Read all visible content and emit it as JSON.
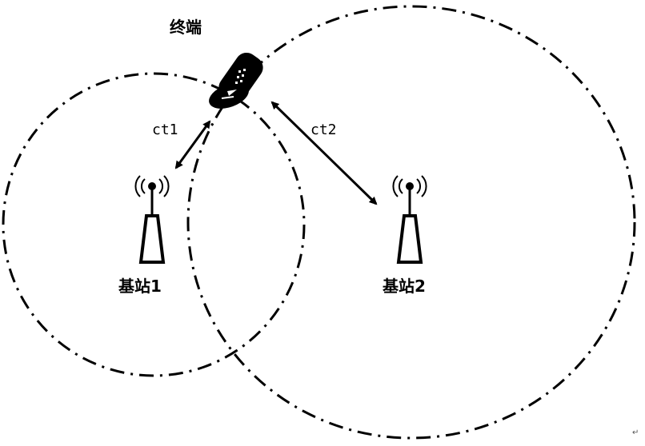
{
  "labels": {
    "terminal": "终端",
    "base_station_1": "基站1",
    "base_station_2": "基站2",
    "ct1": "ct1",
    "ct2": "ct2",
    "return_mark": "↵"
  },
  "colors": {
    "line": "#000000",
    "background": "#ffffff"
  }
}
